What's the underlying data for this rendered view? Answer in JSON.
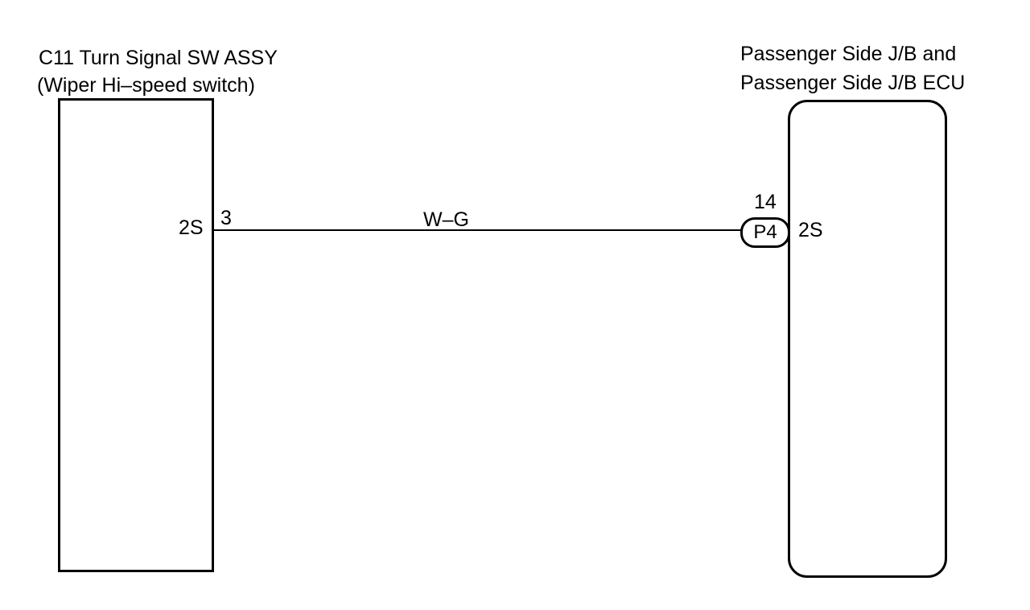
{
  "left_component": {
    "title": "C11 Turn Signal SW ASSY",
    "subtitle": "(Wiper Hi–speed switch)",
    "connector_label": "2S",
    "pin": "3"
  },
  "right_component": {
    "title_line1": "Passenger Side J/B and",
    "title_line2": "Passenger Side J/B ECU",
    "connector_label": "2S",
    "connector_id": "P4",
    "pin": "14"
  },
  "wire": {
    "color_code": "W–G"
  }
}
